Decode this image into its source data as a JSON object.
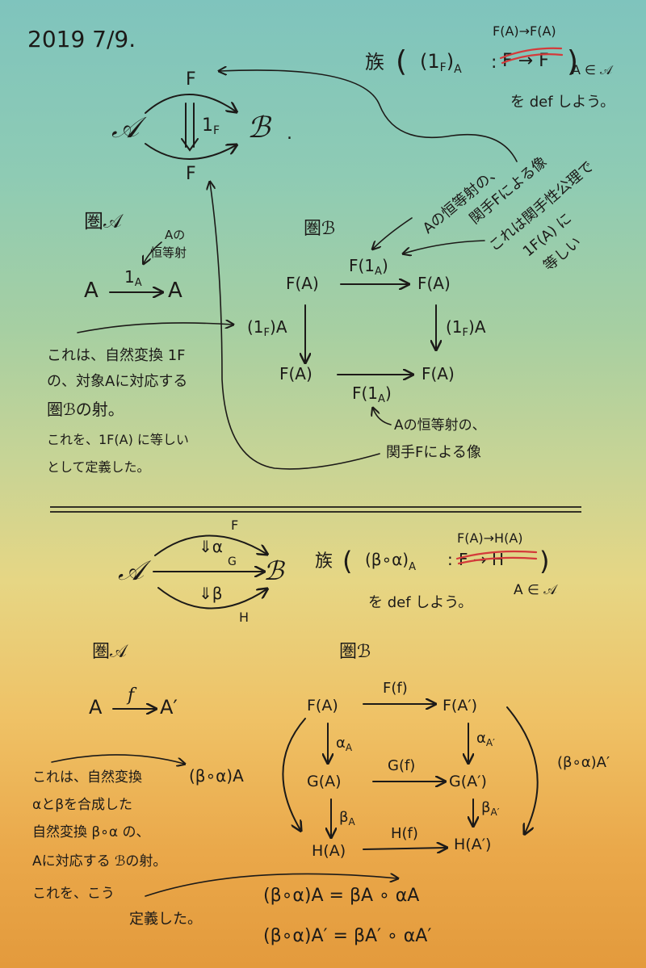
{
  "date": "2019 7/9.",
  "top": {
    "diagram": {
      "source": "𝒜",
      "target": "ℬ",
      "functor_top": "F",
      "functor_bottom": "F",
      "transformation": "1",
      "transformation_sub": "F",
      "trailing": "."
    },
    "family": {
      "label": "族",
      "component": "(1",
      "component_sub": "F",
      "component_close": ")",
      "component_A": "A",
      "colon": ":",
      "hom_above": "F(A)→F(A)",
      "crossed": "F → F",
      "index": "A ∈ 𝒜",
      "def_note": "を def しよう。"
    },
    "cat_A": {
      "title": "圏𝒜",
      "note_line1": "Aの",
      "note_line2": "恒等射",
      "arrow_label": "1",
      "arrow_label_sub": "A",
      "obj_left": "A",
      "obj_right": "A"
    },
    "cat_B": {
      "title": "圏ℬ",
      "tl": "F(A)",
      "tr": "F(A)",
      "bl": "F(A)",
      "br": "F(A)",
      "top_arrow": "F(1",
      "top_arrow_sub": "A",
      "bottom_arrow": "F(1",
      "bottom_arrow_sub": "A",
      "left_arrow": "(1",
      "left_arrow_sub": "F",
      "left_arrow_A": ")A",
      "right_arrow": "(1",
      "right_arrow_sub": "F",
      "right_arrow_A": ")A",
      "close": ")"
    },
    "note_image_line1": "Aの恒等射の、",
    "note_image_line2": "関手Fによる像",
    "note_equal_line1": "これは関手性公理で",
    "note_equal_line2": "1F(A) に",
    "note_equal_line3": "等しい",
    "note_left": [
      "これは、自然変換 1F",
      "の、対象Aに対応する",
      "圏ℬの射。",
      "これを、1F(A) に等しい",
      "として定義した。"
    ],
    "note_bottom_line1": "Aの恒等射の、",
    "note_bottom_line2": "関手Fによる像"
  },
  "bottom": {
    "diagram": {
      "source": "𝒜",
      "target": "ℬ",
      "F": "F",
      "G": "G",
      "H": "H",
      "alpha": "⇓α",
      "beta": "⇓β"
    },
    "family": {
      "label": "族",
      "component": "(β∘α)",
      "component_A": "A",
      "colon": ":",
      "hom_above": "F(A)→H(A)",
      "crossed": "F → H",
      "index": "A ∈ 𝒜",
      "def_note": "を def しよう。"
    },
    "cat_A": {
      "title": "圏𝒜",
      "obj_left": "A",
      "arrow_label": "f",
      "obj_right": "A′"
    },
    "cat_B": {
      "title": "圏ℬ",
      "r1_left": "F(A)",
      "r1_arrow": "F(f)",
      "r1_right": "F(A′)",
      "a1_left": "α",
      "a1_left_sub": "A",
      "a1_right": "α",
      "a1_right_sub": "A′",
      "r2_left": "G(A)",
      "r2_arrow": "G(f)",
      "r2_right": "G(A′)",
      "b_left": "β",
      "b_left_sub": "A",
      "b_right": "β",
      "b_right_sub": "A′",
      "r3_left": "H(A)",
      "r3_arrow": "H(f)",
      "r3_right": "H(A′)",
      "curve_right": "(β∘α)A′"
    },
    "note_left": [
      "これは、自然変換",
      "αとβを合成した",
      "自然変換 β∘α の、",
      "Aに対応する ℬの射。",
      "これを、こう",
      "定義した。"
    ],
    "note_comp": "(β∘α)A",
    "eq1": "(β∘α)A = βA ∘ αA",
    "eq2": "(β∘α)A′ = βA′ ∘ αA′"
  }
}
